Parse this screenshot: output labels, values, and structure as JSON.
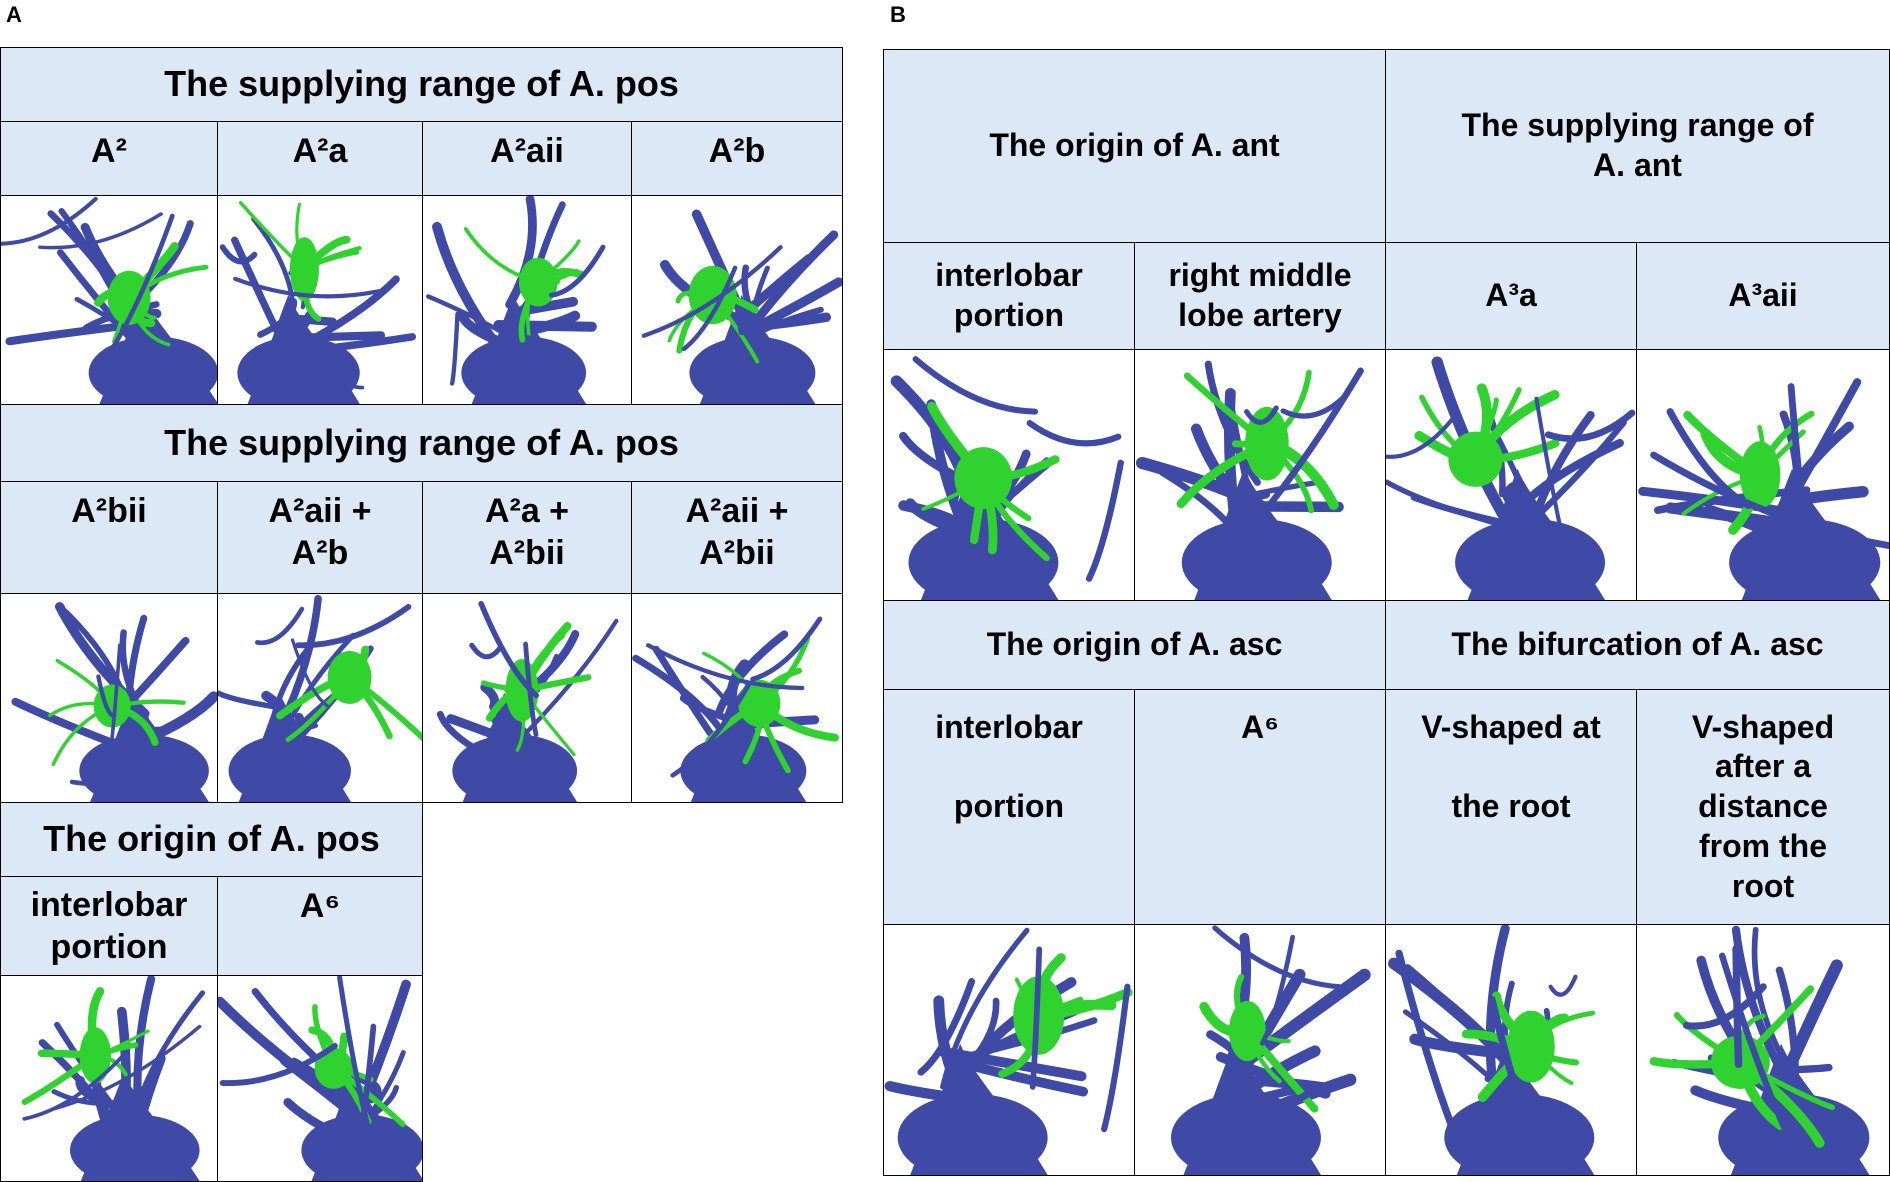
{
  "panel_a": {
    "label": "A",
    "section1_title": "The supplying range of A. pos",
    "section1_labels": [
      "A²",
      "A²a",
      "A²aii",
      "A²b"
    ],
    "section2_title": "The supplying range of A. pos",
    "section2_labels": [
      "A²bii",
      "A²aii +\nA²b",
      "A²a +\nA²bii",
      "A²aii +\nA²bii"
    ],
    "section3_title": "The origin of A. pos",
    "section3_labels": [
      "interlobar\nportion",
      "A⁶"
    ]
  },
  "panel_b": {
    "label": "B",
    "section1_titles": [
      "The origin of A. ant",
      "The supplying range of\nA. ant"
    ],
    "section1_labels": [
      "interlobar\nportion",
      "right middle\nlobe artery",
      "A³a",
      "A³aii"
    ],
    "section2_titles": [
      "The origin of A. asc",
      "The bifurcation of A. asc"
    ],
    "section2_labels": [
      "interlobar\n\nportion",
      "A⁶",
      "V-shaped at\n\nthe root",
      "V-shaped\nafter a\ndistance\nfrom the\nroot"
    ]
  },
  "colors": {
    "header_fill": "#dde8f7",
    "vessel_blue": "#3f4aa6",
    "bronchus_green": "#2fd22f"
  }
}
